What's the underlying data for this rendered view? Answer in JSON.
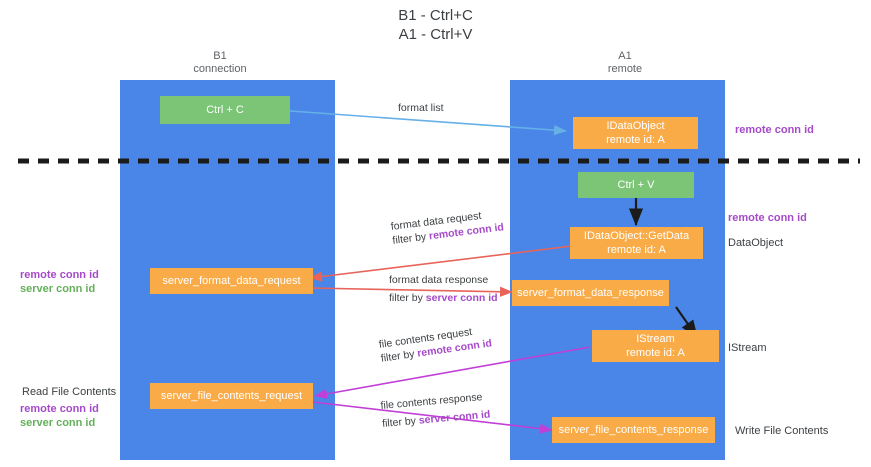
{
  "diagram": {
    "title_line1": "B1 - Ctrl+C",
    "title_line2": "A1 - Ctrl+V",
    "colors": {
      "lane": "#4a86e8",
      "node_green": "#7cc576",
      "node_orange": "#f9ab48",
      "accent_purple": "#a64ac9",
      "accent_green": "#64b05a",
      "accent_magenta": "#c13fd6",
      "arrow_blue": "#66b0e8",
      "arrow_red": "#e8645a",
      "arrow_black": "#1b1b1b",
      "divider": "#1b1b1b"
    },
    "columns": [
      {
        "name": "b1",
        "title": "B1",
        "subtitle": "connection"
      },
      {
        "name": "a1",
        "title": "A1",
        "subtitle": "remote"
      }
    ],
    "nodes": [
      {
        "name": "ctrl-c",
        "kind": "green",
        "line1": "Ctrl + C",
        "line2": ""
      },
      {
        "name": "idataobject",
        "kind": "orange",
        "line1": "IDataObject",
        "line2": "remote id: A"
      },
      {
        "name": "ctrl-v",
        "kind": "green",
        "line1": "Ctrl + V",
        "line2": ""
      },
      {
        "name": "idataobject-getdata",
        "kind": "orange",
        "line1": "IDataObject::GetData",
        "line2": "remote id: A"
      },
      {
        "name": "server-format-data-request",
        "kind": "orange",
        "line1": "server_format_data_request",
        "line2": ""
      },
      {
        "name": "server-format-data-response",
        "kind": "orange",
        "line1": "server_format_data_response",
        "line2": ""
      },
      {
        "name": "istream",
        "kind": "orange",
        "line1": "IStream",
        "line2": "remote id: A"
      },
      {
        "name": "server-file-contents-request",
        "kind": "orange",
        "line1": "server_file_contents_request",
        "line2": ""
      },
      {
        "name": "server-file-contents-response",
        "kind": "orange",
        "line1": "server_file_contents_response",
        "line2": ""
      }
    ],
    "edge_labels": {
      "format_list": "format list",
      "format_data_request": "format data request",
      "format_data_request_filter_prefix": "filter by ",
      "format_data_request_filter_value": "remote conn id",
      "format_data_response": "format data response",
      "format_data_response_filter_prefix": "filter by ",
      "format_data_response_filter_value": "server conn id",
      "file_contents_request": "file contents request",
      "file_contents_request_filter_prefix": "filter by ",
      "file_contents_request_filter_value": "remote conn id",
      "file_contents_response": "file contents response",
      "file_contents_response_filter_prefix": "filter by ",
      "file_contents_response_filter_value": "server conn id"
    },
    "right_labels": [
      {
        "name": "right-remote-conn-id-top",
        "text": "remote conn id",
        "style": "bold-purple"
      },
      {
        "name": "right-remote-conn-id-mid",
        "text": "remote conn id",
        "style": "bold-purple"
      },
      {
        "name": "right-dataobject",
        "text": "DataObject",
        "style": "plain"
      },
      {
        "name": "right-istream",
        "text": "IStream",
        "style": "plain"
      },
      {
        "name": "right-write-file-contents",
        "text": "Write File Contents",
        "style": "plain"
      }
    ],
    "left_labels": [
      {
        "name": "left-remote-conn-id",
        "text": "remote conn id",
        "style": "bold-purple"
      },
      {
        "name": "left-server-conn-id",
        "text": "server conn id",
        "style": "bold-green"
      },
      {
        "name": "left-read-file-contents",
        "text": "Read File Contents",
        "style": "plain"
      },
      {
        "name": "left-remote-conn-id-2",
        "text": "remote conn id",
        "style": "bold-purple"
      },
      {
        "name": "left-server-conn-id-2",
        "text": "server conn id",
        "style": "bold-green"
      }
    ]
  }
}
